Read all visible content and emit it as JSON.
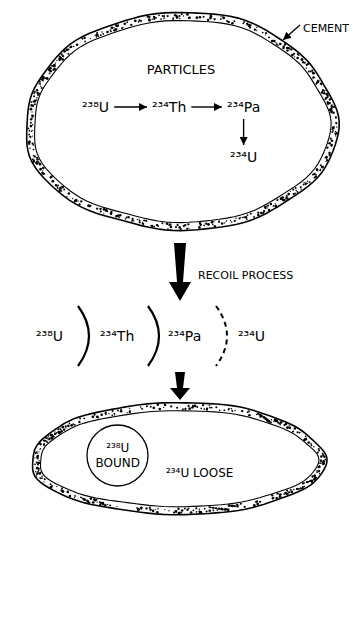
{
  "diagram": {
    "nodes": [
      {
        "text": [
          "PARTICLES"
        ]
      },
      {
        "text": [
          "²³⁸U"
        ],
        "in": 0
      },
      {
        "text": [
          "²³⁴Th"
        ],
        "in": 0
      },
      {
        "text": [
          "²³⁴Pa"
        ],
        "in": 0
      },
      {
        "text": [
          "²³⁴U"
        ],
        "in": 0
      },
      {
        "text": [
          "²³⁴U LOOSE"
        ]
      },
      {
        "text": [
          "²³⁸U",
          "BOUND"
        ],
        "in": 5
      }
    ],
    "edges": [
      {
        "from": 1,
        "to": 2,
        "arrow": "to"
      },
      {
        "from": 2,
        "to": 3,
        "arrow": "to"
      },
      {
        "from": 3,
        "to": 4,
        "arrow": "to"
      }
    ],
    "labels": [
      "CEMENT",
      "RECOIL PROCESS",
      "²³⁸U",
      "²³⁴Th",
      "²³⁴Pa",
      "²³⁴U"
    ]
  }
}
